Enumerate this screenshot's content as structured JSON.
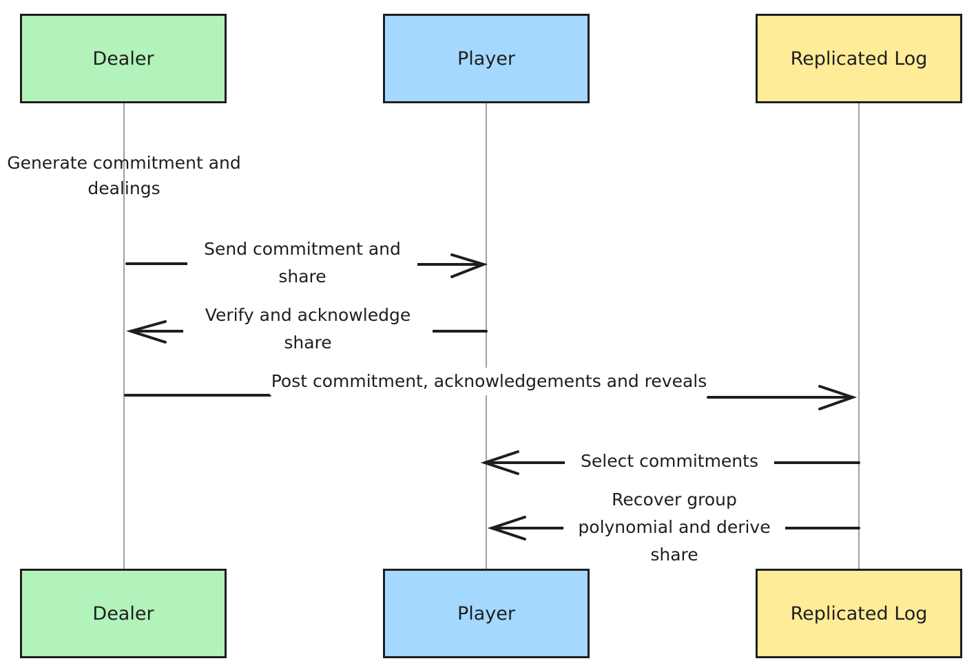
{
  "participants": {
    "dealer": {
      "label": "Dealer",
      "color": "#b2f2bb"
    },
    "player": {
      "label": "Player",
      "color": "#a5d8ff"
    },
    "log": {
      "label": "Replicated Log",
      "color": "#ffec99"
    }
  },
  "note_dealer": "Generate commitment and dealings",
  "messages": [
    {
      "from": "dealer",
      "to": "player",
      "label": "Send commitment and share"
    },
    {
      "from": "player",
      "to": "dealer",
      "label": "Verify and acknowledge share"
    },
    {
      "from": "dealer",
      "to": "log",
      "label": "Post commitment, acknowledgements and reveals"
    },
    {
      "from": "log",
      "to": "player",
      "label": "Select commitments"
    },
    {
      "from": "log",
      "to": "player",
      "label": "Recover group polynomial and derive share"
    }
  ]
}
